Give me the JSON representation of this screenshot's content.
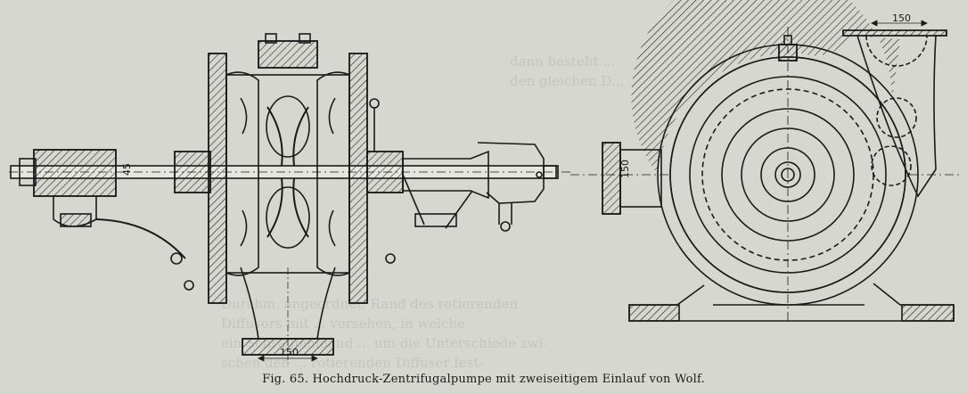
{
  "figure": {
    "caption": "Fig. 65.  Hochdruck-Zentrifugalpumpe mit zweiseitigem Einlauf von Wolf.",
    "dimensions": {
      "shaft_diameter": "45",
      "bottom_flange": "150",
      "suction_flange": "150",
      "top_outlet": "150"
    }
  },
  "show_through_text": {
    "left_lines": [
      "Durchm. angeordnet, Rand des rotierenden",
      "Diffusors mit ... versehen, in welche",
      "ein Schraubenband ... um die Unterschiede zwi-",
      "schen den ... rotierenden Diffuser fest-"
    ],
    "right_lines": [
      "dann besteht ...",
      "den gleichen D..."
    ]
  }
}
